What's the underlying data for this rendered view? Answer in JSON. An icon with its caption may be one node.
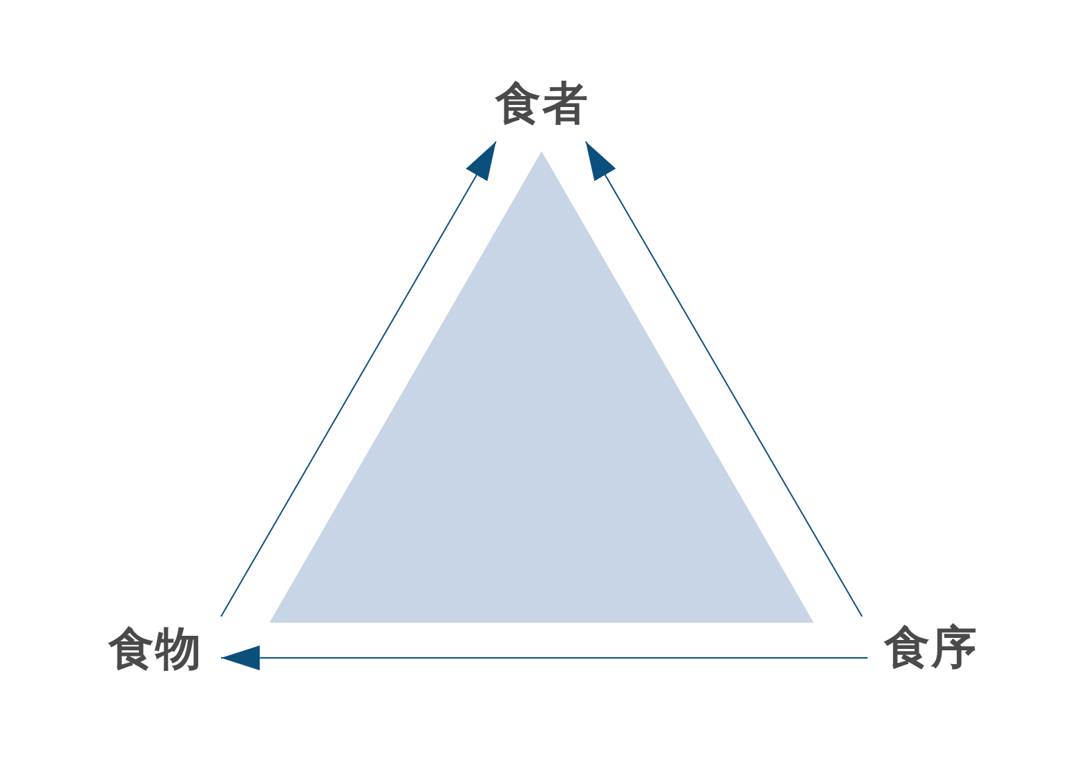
{
  "diagram": {
    "nodes": [
      {
        "text": [
          "食者"
        ]
      },
      {
        "text": [
          "食物"
        ]
      },
      {
        "text": [
          "食序"
        ]
      }
    ],
    "edges": [
      {
        "from": 1,
        "to": 0,
        "arrow": "to"
      },
      {
        "from": 2,
        "to": 0,
        "arrow": "to"
      },
      {
        "from": 2,
        "to": 1,
        "arrow": "to"
      }
    ]
  }
}
